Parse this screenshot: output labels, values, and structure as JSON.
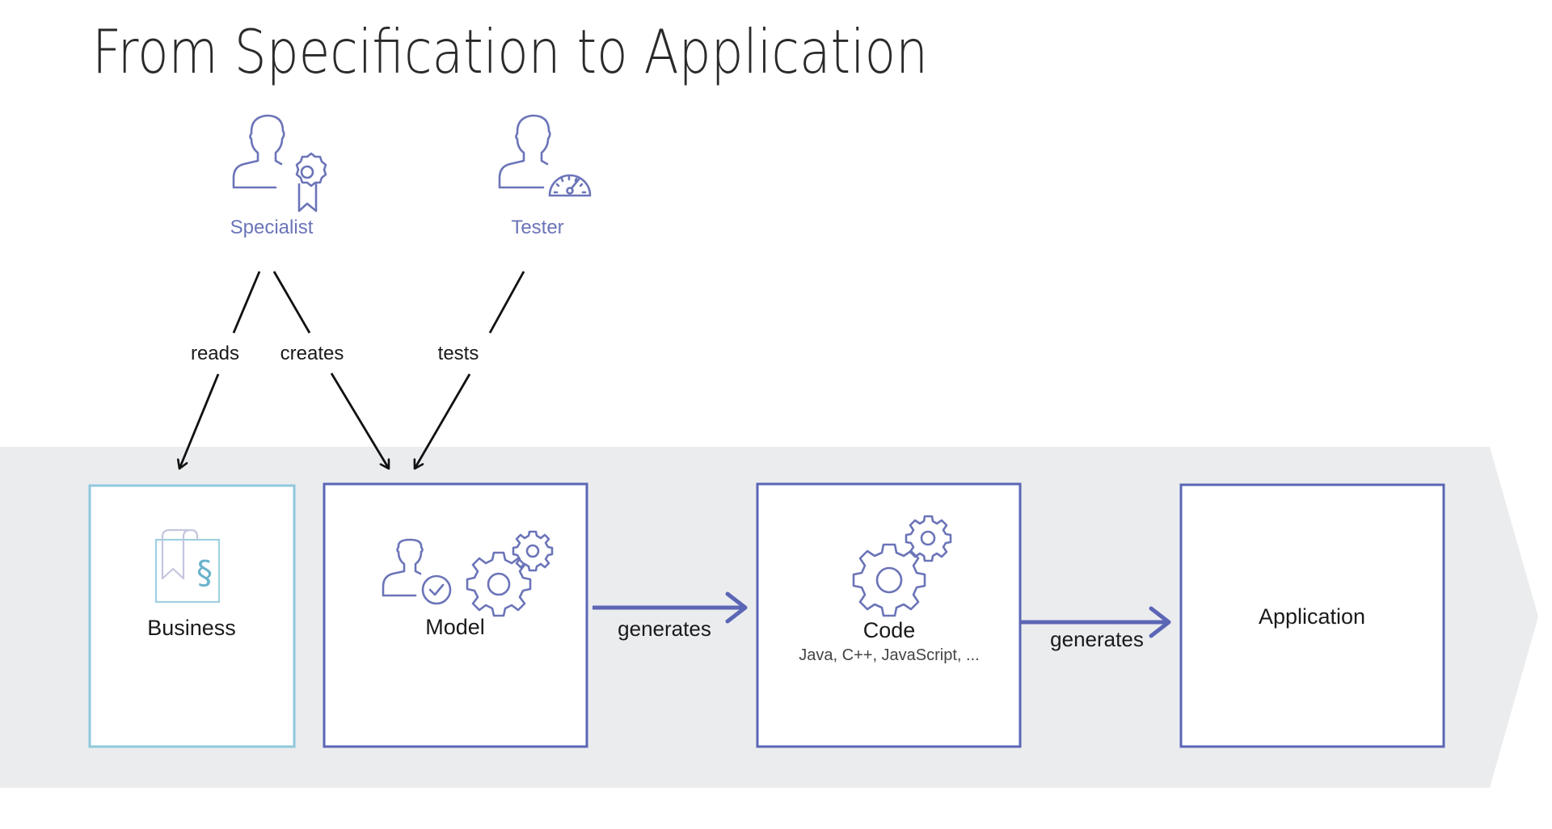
{
  "title": "From Specification to Application",
  "colors": {
    "accent": "#5b66b5",
    "icon": "#6b74b8",
    "business_border": "#8fc8dd",
    "business_symbol": "#6ab3cc",
    "band": "#ebecee",
    "text": "#1a1a1a"
  },
  "actors": [
    {
      "label": "Specialist",
      "icon": "person-award-icon"
    },
    {
      "label": "Tester",
      "icon": "person-gauge-icon"
    }
  ],
  "relations": [
    {
      "from": "Specialist",
      "to": "Business",
      "label": "reads"
    },
    {
      "from": "Specialist",
      "to": "Model",
      "label": "creates"
    },
    {
      "from": "Tester",
      "to": "Model",
      "label": "tests"
    }
  ],
  "stages": [
    {
      "label": "Business",
      "icon": "document-paragraph-icon",
      "subtitle": ""
    },
    {
      "label": "Model",
      "icon": "person-check-gears-icon",
      "subtitle": ""
    },
    {
      "label": "Code",
      "icon": "gears-icon",
      "subtitle": "Java, C++, JavaScript, ..."
    },
    {
      "label": "Application",
      "icon": "",
      "subtitle": ""
    }
  ],
  "flows": [
    {
      "from": "Model",
      "to": "Code",
      "label": "generates"
    },
    {
      "from": "Code",
      "to": "Application",
      "label": "generates"
    }
  ],
  "symbols": {
    "paragraph": "§"
  }
}
